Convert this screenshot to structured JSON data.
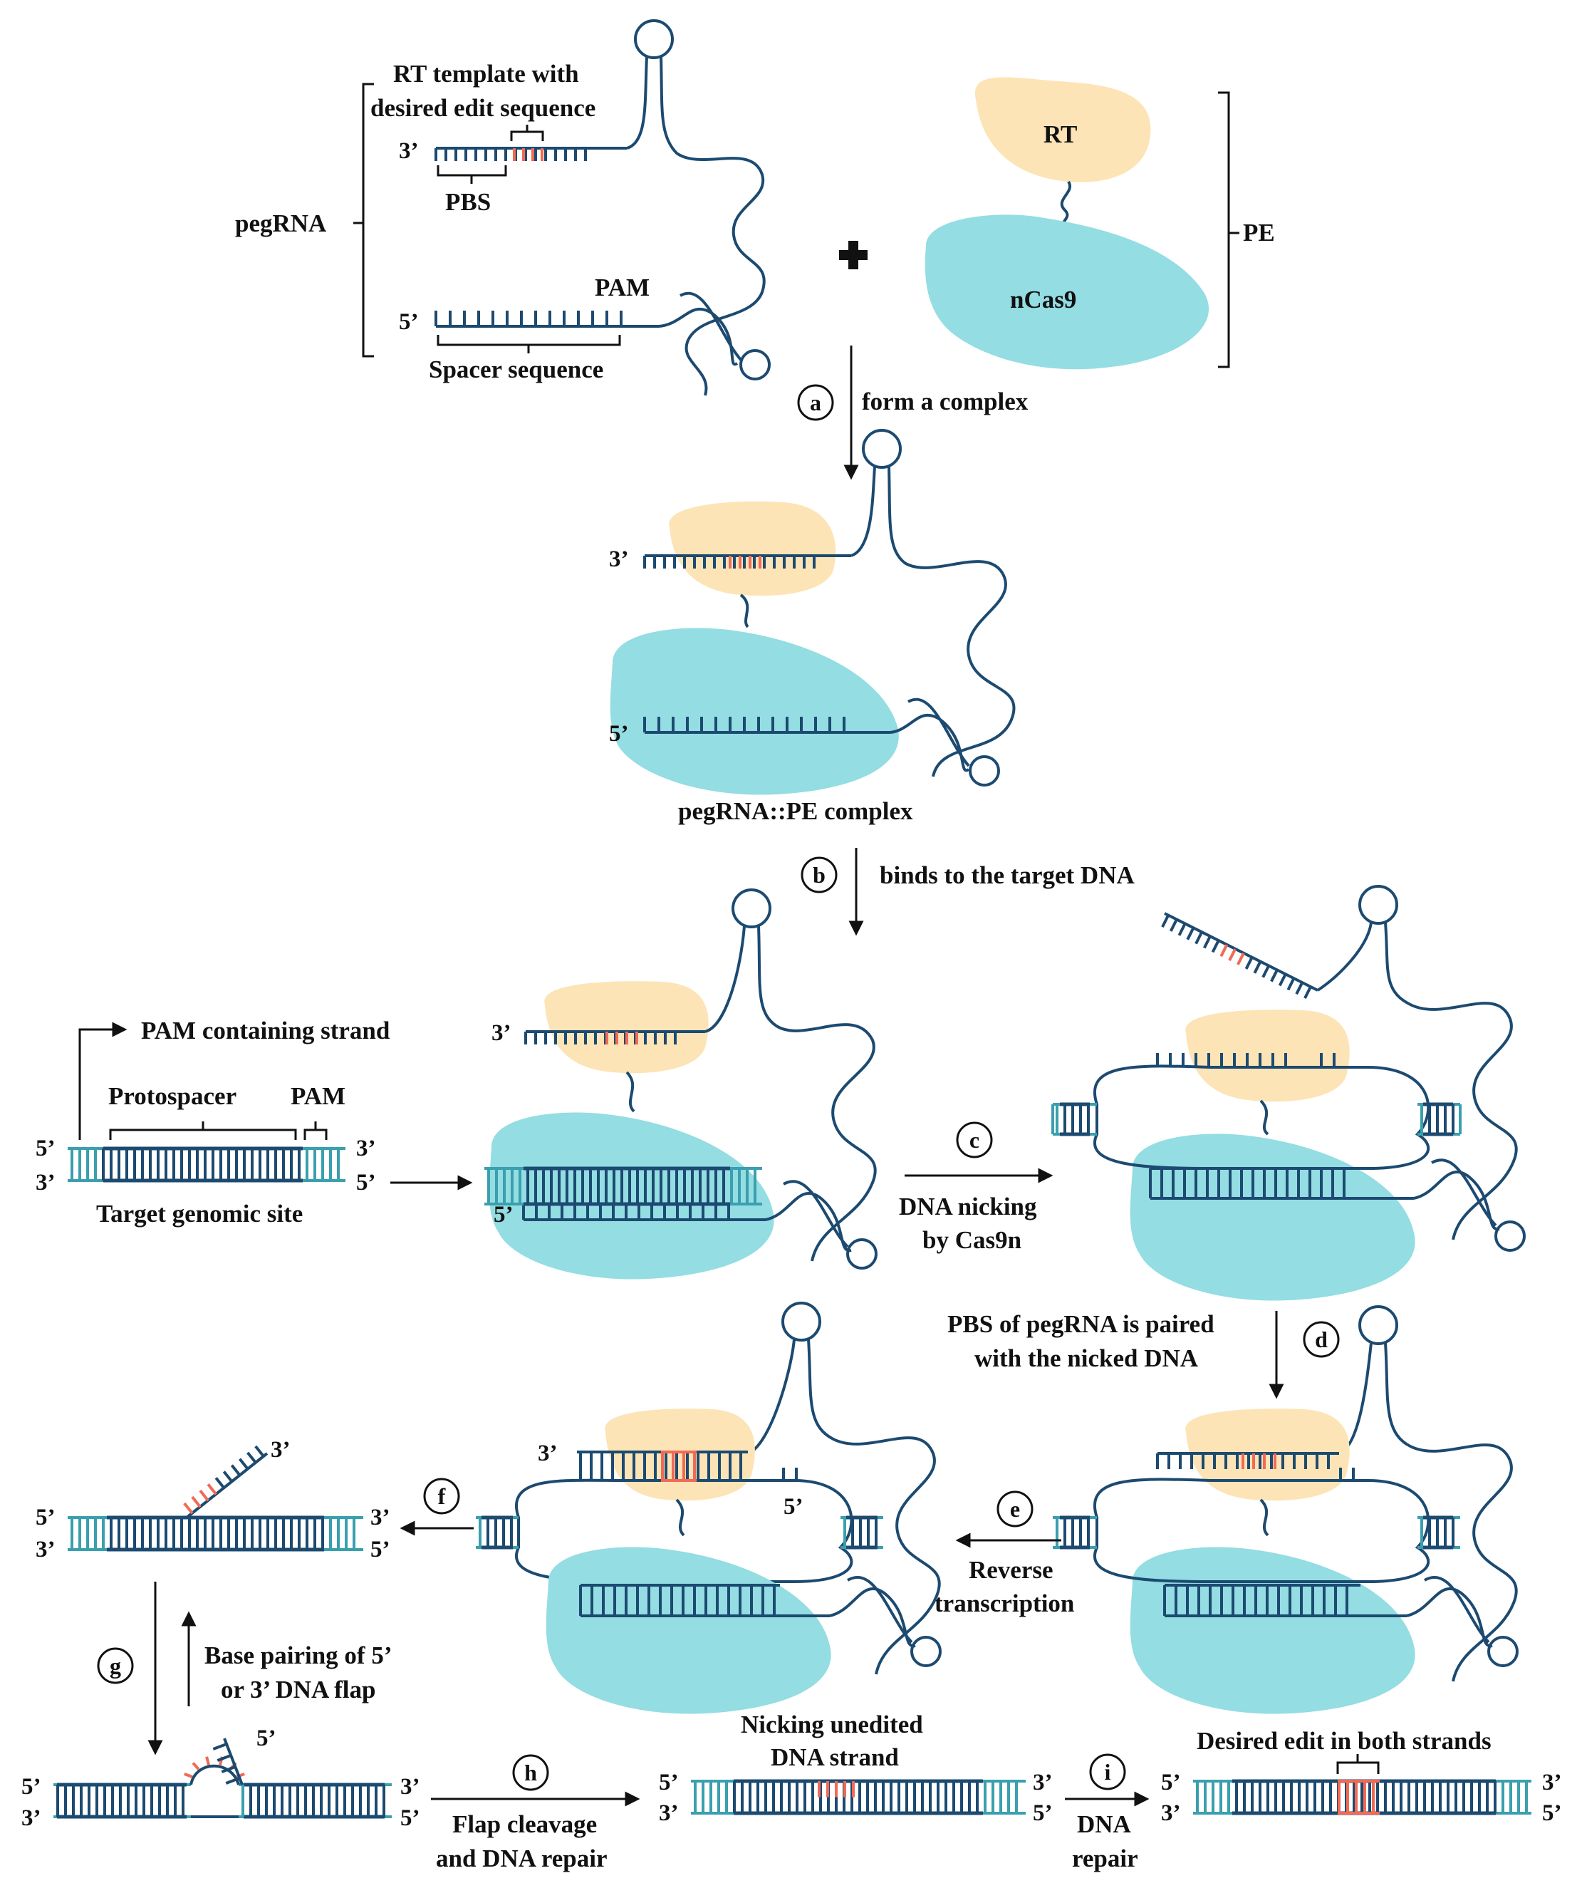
{
  "colors": {
    "strand_dark": "#1c4a70",
    "strand_teal": "#3a9fae",
    "edit_red": "#f26a55",
    "rt_fill": "#fde4b6",
    "cas9_fill": "#93dde3",
    "text": "#111111"
  },
  "ends": {
    "five": "5’",
    "three": "3’"
  },
  "icons": {
    "plus": "plus-icon"
  },
  "panel_components": {
    "rt_template_label": [
      "RT template with",
      "desired edit sequence"
    ],
    "pbs_label": "PBS",
    "pegrna_label": "pegRNA",
    "pam_label": "PAM",
    "spacer_label": "Spacer sequence",
    "rt_label": "RT",
    "ncas9_label": "nCas9",
    "pe_label": "PE"
  },
  "steps": {
    "a": {
      "letter": "a",
      "text": [
        "form a complex"
      ]
    },
    "b": {
      "letter": "b",
      "text": [
        "binds to the target DNA"
      ]
    },
    "c": {
      "letter": "c",
      "text": [
        "DNA nicking",
        "by Cas9n"
      ]
    },
    "d": {
      "letter": "d",
      "text": [
        "PBS of pegRNA is paired",
        "with the nicked DNA"
      ]
    },
    "e": {
      "letter": "e",
      "text": [
        "Reverse",
        "transcription"
      ]
    },
    "f": {
      "letter": "f",
      "text": []
    },
    "g": {
      "letter": "g",
      "text": [
        "Base pairing of 5’",
        "or 3’ DNA flap"
      ]
    },
    "h": {
      "letter": "h",
      "text": [
        "Flap cleavage",
        "and DNA repair"
      ]
    },
    "i": {
      "letter": "i",
      "text": [
        "DNA",
        "repair"
      ]
    }
  },
  "complex_label": "pegRNA::PE complex",
  "target": {
    "pam_strand_label": "PAM containing strand",
    "protospacer_label": "Protospacer",
    "pam_label": "PAM",
    "site_label": "Target genomic site"
  },
  "nicking_label": [
    "Nicking unedited",
    "DNA strand"
  ],
  "final_label": "Desired edit in both strands"
}
